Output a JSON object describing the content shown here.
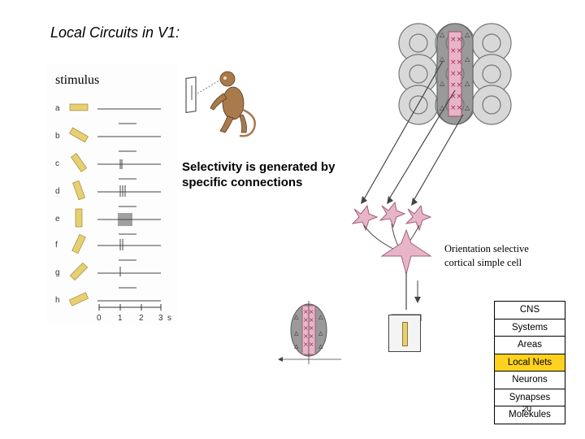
{
  "title": "Local Circuits in V1:",
  "stimulus_label": "stimulus",
  "row_labels": [
    "a",
    "b",
    "c",
    "d",
    "e",
    "f",
    "g",
    "h"
  ],
  "time_axis": {
    "ticks": [
      "0",
      "1",
      "2",
      "3"
    ],
    "unit": "s"
  },
  "selectivity_text": "Selectivity is generated by specific connections",
  "orientation_label_line1": "Orientation selective",
  "orientation_label_line2": "cortical simple cell",
  "nav": {
    "items": [
      "CNS",
      "Systems",
      "Areas",
      "Local Nets",
      "Neurons",
      "Synapses",
      "Molekules"
    ],
    "active": "Local Nets",
    "active_color": "#ffd21f"
  },
  "page_number": "20",
  "colors": {
    "neuron_fill": "#e8b4c8",
    "rf_gray": "#9a9a9a",
    "stimulus_bar": "#e8d070"
  }
}
